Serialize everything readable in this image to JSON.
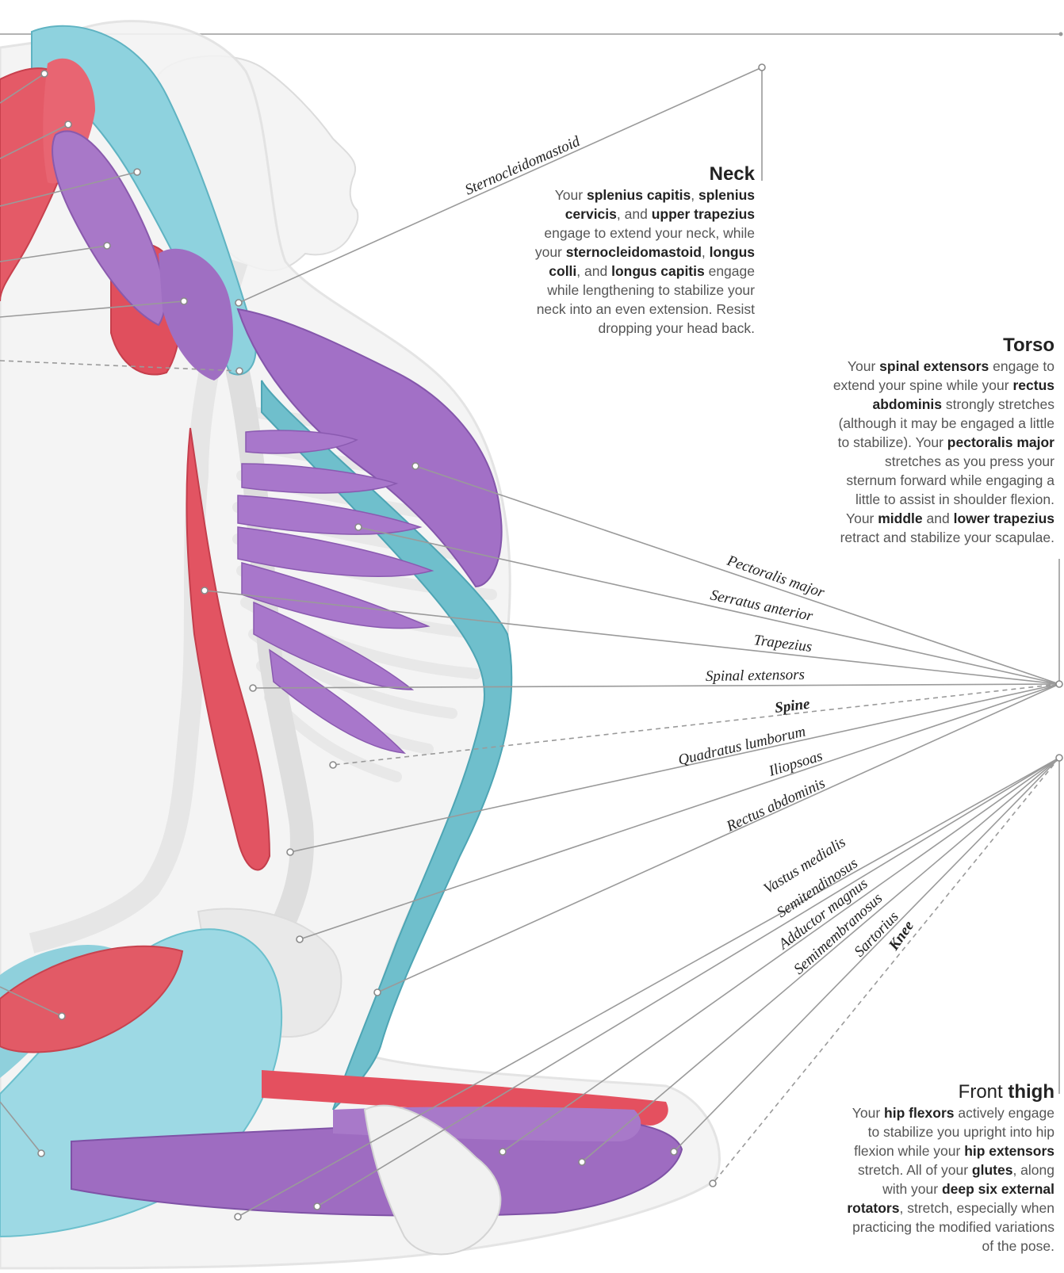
{
  "labels": {
    "sternocleidomastoid": "Sternocleidomastoid",
    "pectoralis_major": "Pectoralis major",
    "serratus_anterior": "Serratus anterior",
    "trapezius": "Trapezius",
    "spinal_extensors": "Spinal extensors",
    "spine": "Spine",
    "quadratus_lumborum": "Quadratus lumborum",
    "iliopsoas": "Iliopsoas",
    "rectus_abdominis": "Rectus abdominis",
    "vastus_medialis": "Vastus medialis",
    "semitendinosus": "Semitendinosus",
    "adductor_magnus": "Adductor magnus",
    "semimembranosus": "Semimembranosus",
    "sartorius": "Sartorius",
    "knee": "Knee"
  },
  "neck": {
    "title": "Neck",
    "t1": "Your ",
    "b1": "splenius capitis",
    "t2": ", ",
    "b2": "splenius cervicis",
    "t3": ", and ",
    "b3": "upper trapezius",
    "t4": " engage to extend your neck, while your ",
    "b4": "sternocleidomastoid",
    "t5": ", ",
    "b5": "longus colli",
    "t6": ", and ",
    "b6": "longus capitis",
    "t7": " engage while lengthening to stabilize your neck into an even extension. Resist dropping your head back."
  },
  "torso": {
    "title": "Torso",
    "t1": "Your ",
    "b1": "spinal extensors",
    "t2": " engage to extend your spine while your ",
    "b2": "rectus abdominis",
    "t3": " strongly stretches (although it may be engaged a little to stabilize). Your ",
    "b3": "pectoralis major",
    "t4": " stretches as you press your sternum forward while engaging a little to assist in shoulder flexion. Your ",
    "b4": "middle",
    "t5": " and ",
    "b5": "lower trapezius",
    "t6": " retract and stabilize your scapulae."
  },
  "front_thigh": {
    "title_light": "Front ",
    "title_bold": "thigh",
    "t1": "Your ",
    "b1": "hip flexors",
    "t2": " actively engage to stabilize you upright into hip flexion while your ",
    "b2": "hip extensors",
    "t3": " stretch. All of your ",
    "b3": "glutes",
    "t4": ", along with your ",
    "b4": "deep six external rotators",
    "t5": ", stretch, especially when practicing the modified variations of the pose."
  },
  "colors": {
    "red_muscle": "#e0505e",
    "purple_muscle": "#a471c4",
    "teal_muscle": "#7fcbd8",
    "skeleton": "#eeeeee",
    "body_outline": "#e6e6e6"
  }
}
